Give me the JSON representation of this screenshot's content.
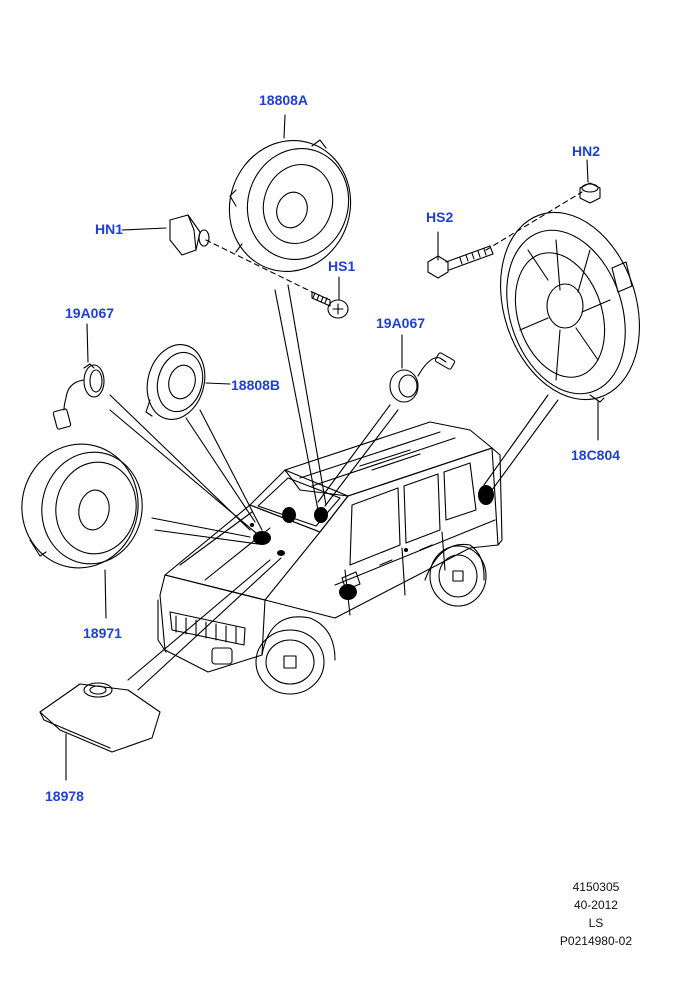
{
  "callouts": {
    "c18808A": "18808A",
    "cHN1": "HN1",
    "cHS1": "HS1",
    "cHN2": "HN2",
    "cHS2": "HS2",
    "c19A067_left": "19A067",
    "c19A067_right": "19A067",
    "c18808B": "18808B",
    "c18C804": "18C804",
    "c18971": "18971",
    "c18978": "18978"
  },
  "footer": {
    "line1": "4150305",
    "line2": "40-2012",
    "line3": "LS",
    "line4": "P0214980-02"
  },
  "colors": {
    "callout": "#1f3fd6",
    "linework": "#000000"
  }
}
